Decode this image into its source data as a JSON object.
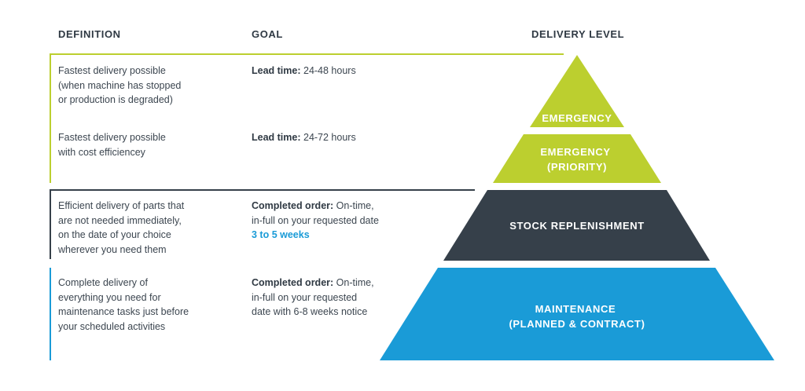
{
  "headers": {
    "definition": "DEFINITION",
    "goal": "GOAL",
    "delivery_level": "DELIVERY LEVEL"
  },
  "rows": [
    {
      "definition": "Fastest delivery possible\n(when machine has stopped\nor production is degraded)",
      "goal_label": "Lead time:",
      "goal_text": " 24-48 hours",
      "goal_accent": ""
    },
    {
      "definition": "Fastest delivery possible\nwith cost efficiencey",
      "goal_label": "Lead time:",
      "goal_text": " 24-72 hours",
      "goal_accent": ""
    },
    {
      "definition": "Efficient delivery of parts that\nare not needed immediately,\non the date of your choice\nwherever you need them",
      "goal_label": "Completed order:",
      "goal_text": " On-time,\nin-full on your requested date",
      "goal_accent": "3 to 5 weeks"
    },
    {
      "definition": "Complete delivery of\neverything you need for\nmaintenance tasks just before\nyour scheduled activities",
      "goal_label": "Completed order:",
      "goal_text": " On-time,\nin-full on your requested\ndate with 6-8 weeks notice",
      "goal_accent": ""
    }
  ],
  "levels": [
    {
      "lines": [
        "EMERGENCY"
      ],
      "color": "#bccf2f"
    },
    {
      "lines": [
        "EMERGENCY",
        "(PRIORITY)"
      ],
      "color": "#bccf2f"
    },
    {
      "lines": [
        "STOCK REPLENISHMENT"
      ],
      "color": "#36404a"
    },
    {
      "lines": [
        "MAINTENANCE",
        "(PLANNED & CONTRACT)"
      ],
      "color": "#1a9bd7"
    }
  ],
  "colors": {
    "emergency": "#bccf2f",
    "stock": "#36404a",
    "maintenance": "#1a9bd7",
    "text": "#3c4650"
  }
}
